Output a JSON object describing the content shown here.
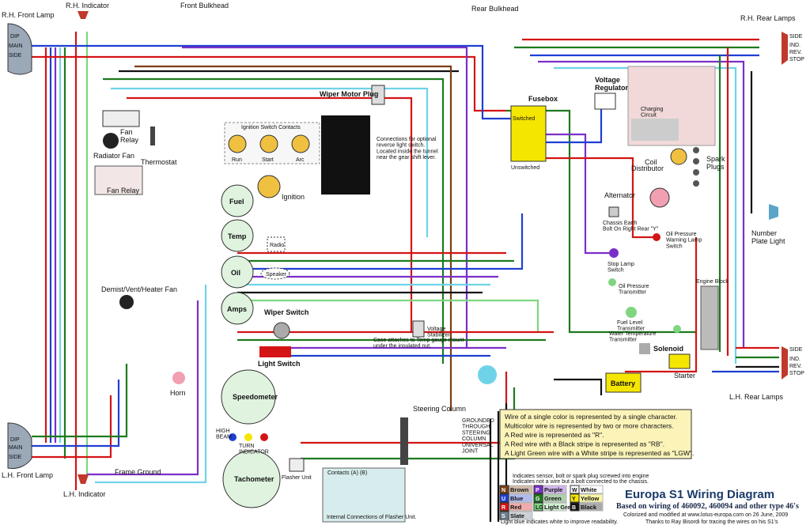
{
  "labels": {
    "rh_front_lamp": "R.H. Front Lamp",
    "rh_indicator": "R.H. Indicator",
    "front_bulkhead": "Front Bulkhead",
    "rear_bulkhead": "Rear Bulkhead",
    "rh_rear_lamps": "R.H. Rear Lamps",
    "lh_front_lamp": "L.H. Front Lamp",
    "lh_indicator": "L.H. Indicator",
    "lh_rear_lamps": "L.H. Rear Lamps",
    "frame_ground": "Frame Ground",
    "horn": "Horn",
    "radiator_fan": "Radiator Fan",
    "fan_relay_top": "Fan\nRelay",
    "fan_relay": "Fan Relay",
    "thermostat": "Thermostat",
    "wiper_motor_plug": "Wiper Motor Plug",
    "fusebox": "Fusebox",
    "voltage_regulator": "Voltage\nRegulator",
    "ignition_switch_contacts": "Ignition Switch Contacts",
    "run": "Run",
    "start": "Start",
    "arc": "Arc",
    "ignition": "Ignition",
    "fuel": "Fuel",
    "temp": "Temp",
    "oil": "Oil",
    "amps": "Amps",
    "radio": "Radio",
    "speaker": "Speaker",
    "demist": "Demist/Vent/Heater Fan",
    "wiper_switch": "Wiper Switch",
    "light_switch": "Light Switch",
    "speedometer": "Speedometer",
    "tachometer": "Tachometer",
    "flasher_unit": "Flasher Unit",
    "steering_column": "Steering Column",
    "coil": "Coil",
    "distributor": "Distributor",
    "spark_plugs": "Spark\nPlugs",
    "alternator": "Alternator",
    "chassis_earth": "Chassis Earth\nBolt On Right Rear \"Y\"",
    "oil_pressure_switch": "Oil Pressure\nWarning Lamp\nSwitch",
    "stop_lamp_switch": "Stop Lamp\nSwitch",
    "oil_pressure_transmitter": "Oil Pressure\nTransmitter",
    "fuel_level_transmitter": "Fuel Level\nTransmitter",
    "water_temp_transmitter": "Water Temperature\nTransmitter",
    "engine_block": "Engine Block",
    "solenoid": "Solenoid",
    "starter": "Starter",
    "battery": "Battery",
    "number_plate_light": "Number\nPlate Light",
    "charging_circuit": "Charging\nCircuit",
    "voltage_stabilizer": "Voltage\nStabilizer",
    "reverse_note": "Connections for optional\nreverse light switch.\nLocated inside the tunnel\nnear the gear shift lever.",
    "case_note": "Case attaches to Temp gauge mount\nunder the insulated nut.",
    "grounded_note": "GROUNDED\nTHROUGH\nSTEERING\nCOLUMN\nUNIVERSAL\nJOINT",
    "switched": "Switched",
    "unswitched": "Unswitched",
    "high_beam": "HIGH\nBEAM",
    "turn_indicator": "TURN\nINDICATOR",
    "flasher_contacts": "Contacts (A)      (B)",
    "flasher_internal": "Internal Connections of Flasher Unit.",
    "sensor_note1": "Indicates sensor, bolt or spark plug screwed into engine",
    "sensor_note2": "Indicates not a wire but a bolt connected to the chassis.",
    "lamp_side": "SIDE",
    "lamp_ind": "IND.",
    "lamp_rev": "REV.",
    "lamp_stop": "STOP",
    "lamp_dip": "DIP",
    "lamp_main": "MAIN"
  },
  "notes": [
    "Wire of a single color is represented by a single character.",
    "Multicolor wire is represented by two or more characters.",
    "A Red wire is represented as \"R\".",
    "A Red wire with a Black stripe is represented as \"RB\".",
    "A Light Green wire with a White stripe is represented as \"LGW\"."
  ],
  "legend": [
    {
      "code": "N",
      "name": "Brown",
      "color": "#7a3e12"
    },
    {
      "code": "P",
      "name": "Purple",
      "color": "#7b2fc9"
    },
    {
      "code": "W",
      "name": "White",
      "color": "#ffffff"
    },
    {
      "code": "U",
      "name": "Blue",
      "color": "#1f3fd1"
    },
    {
      "code": "G",
      "name": "Green",
      "color": "#1e7a1e"
    },
    {
      "code": "Y",
      "name": "Yellow",
      "color": "#f5e600"
    },
    {
      "code": "R",
      "name": "Red",
      "color": "#d41414"
    },
    {
      "code": "LG",
      "name": "Light Green",
      "color": "#7fd67f"
    },
    {
      "code": "B",
      "name": "Black",
      "color": "#111111"
    },
    {
      "code": "S",
      "name": "Slate",
      "color": "#708090"
    }
  ],
  "legend_footnote": "Light blue indicates white to improve readability.",
  "title": {
    "main": "Europa S1 Wiring Diagram",
    "sub": "Based on wiring of 460092, 460094 and other type 46's",
    "credit1": "Colorized and modified at www.lotus-europa.com on 26 June, 2009",
    "credit2": "Thanks to Ray Bisordi for tracing the wires on his S1's"
  },
  "colors": {
    "red": "#d41414",
    "blue": "#1f3fd1",
    "green": "#1e7a1e",
    "purple": "#7b2fc9",
    "brown": "#7a3e12",
    "black": "#111111",
    "lightgreen": "#7fd67f",
    "lightblue": "#6fd3e8",
    "slate": "#708090",
    "yellow": "#f5e600",
    "note_bg": "#fbf3b8"
  }
}
